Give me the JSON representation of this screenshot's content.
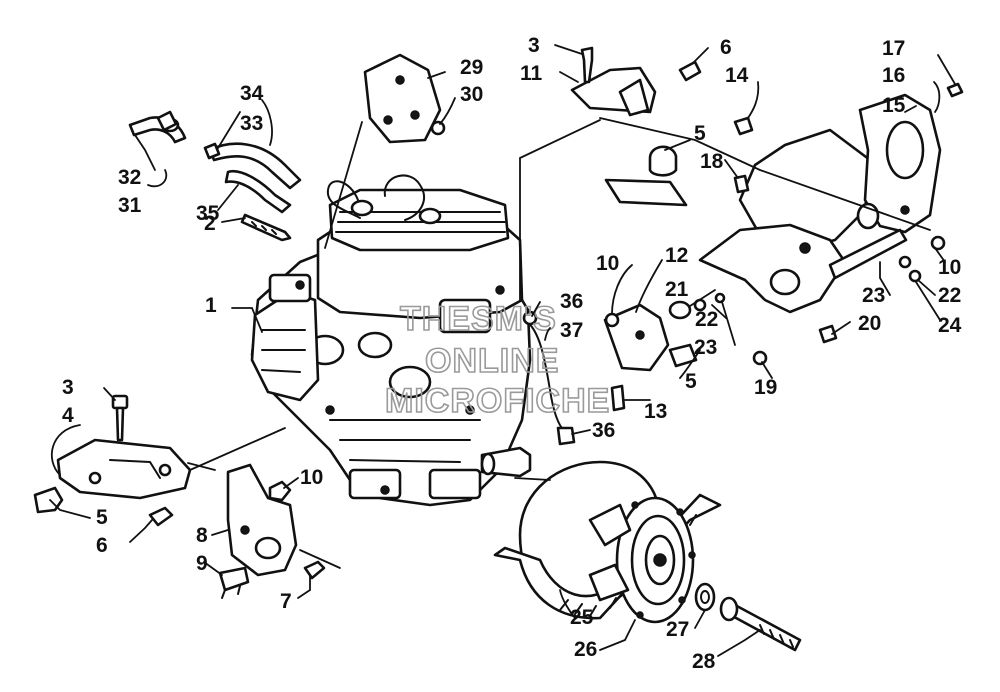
{
  "watermark": {
    "line1": "THESM'S",
    "line2": "ONLINE",
    "line3": "MICROFICHE"
  },
  "callouts": {
    "c1": "1",
    "c2": "2",
    "c3a": "3",
    "c3b": "3",
    "c4": "4",
    "c5a": "5",
    "c5b": "5",
    "c5c": "5",
    "c6a": "6",
    "c6b": "6",
    "c7": "7",
    "c8": "8",
    "c9": "9",
    "c10a": "10",
    "c10b": "10",
    "c10c": "10",
    "c11": "11",
    "c12": "12",
    "c13": "13",
    "c14": "14",
    "c15": "15",
    "c16": "16",
    "c17": "17",
    "c18": "18",
    "c19": "19",
    "c20": "20",
    "c21": "21",
    "c22a": "22",
    "c22b": "22",
    "c23a": "23",
    "c23b": "23",
    "c24": "24",
    "c25": "25",
    "c26": "26",
    "c27": "27",
    "c28": "28",
    "c29": "29",
    "c30": "30",
    "c31": "31",
    "c32": "32",
    "c33": "33",
    "c34": "34",
    "c35": "35",
    "c36a": "36",
    "c36b": "36",
    "c37": "37"
  }
}
